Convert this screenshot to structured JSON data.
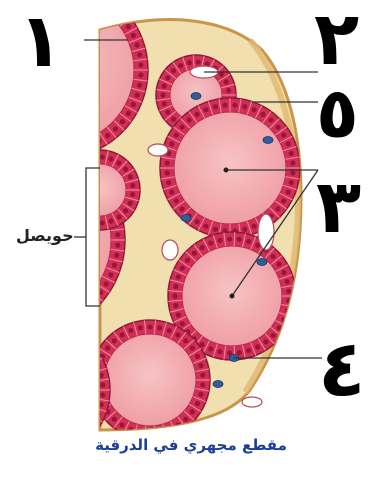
{
  "figure": {
    "caption": "مقطع مجهري في الدرقية",
    "follicle_label": "حويصل",
    "callouts": [
      "١",
      "٢",
      "٥",
      "٣",
      "٤"
    ]
  },
  "colors": {
    "colloid": "#f4b6b8",
    "epithelium": "#d22f57",
    "nucleus": "#9a1538",
    "stroma": "#f2dfb0",
    "capsule": "#d8a85a",
    "capillary_nucleus": "#2f5f9a",
    "caption": "#1a3f9a"
  }
}
